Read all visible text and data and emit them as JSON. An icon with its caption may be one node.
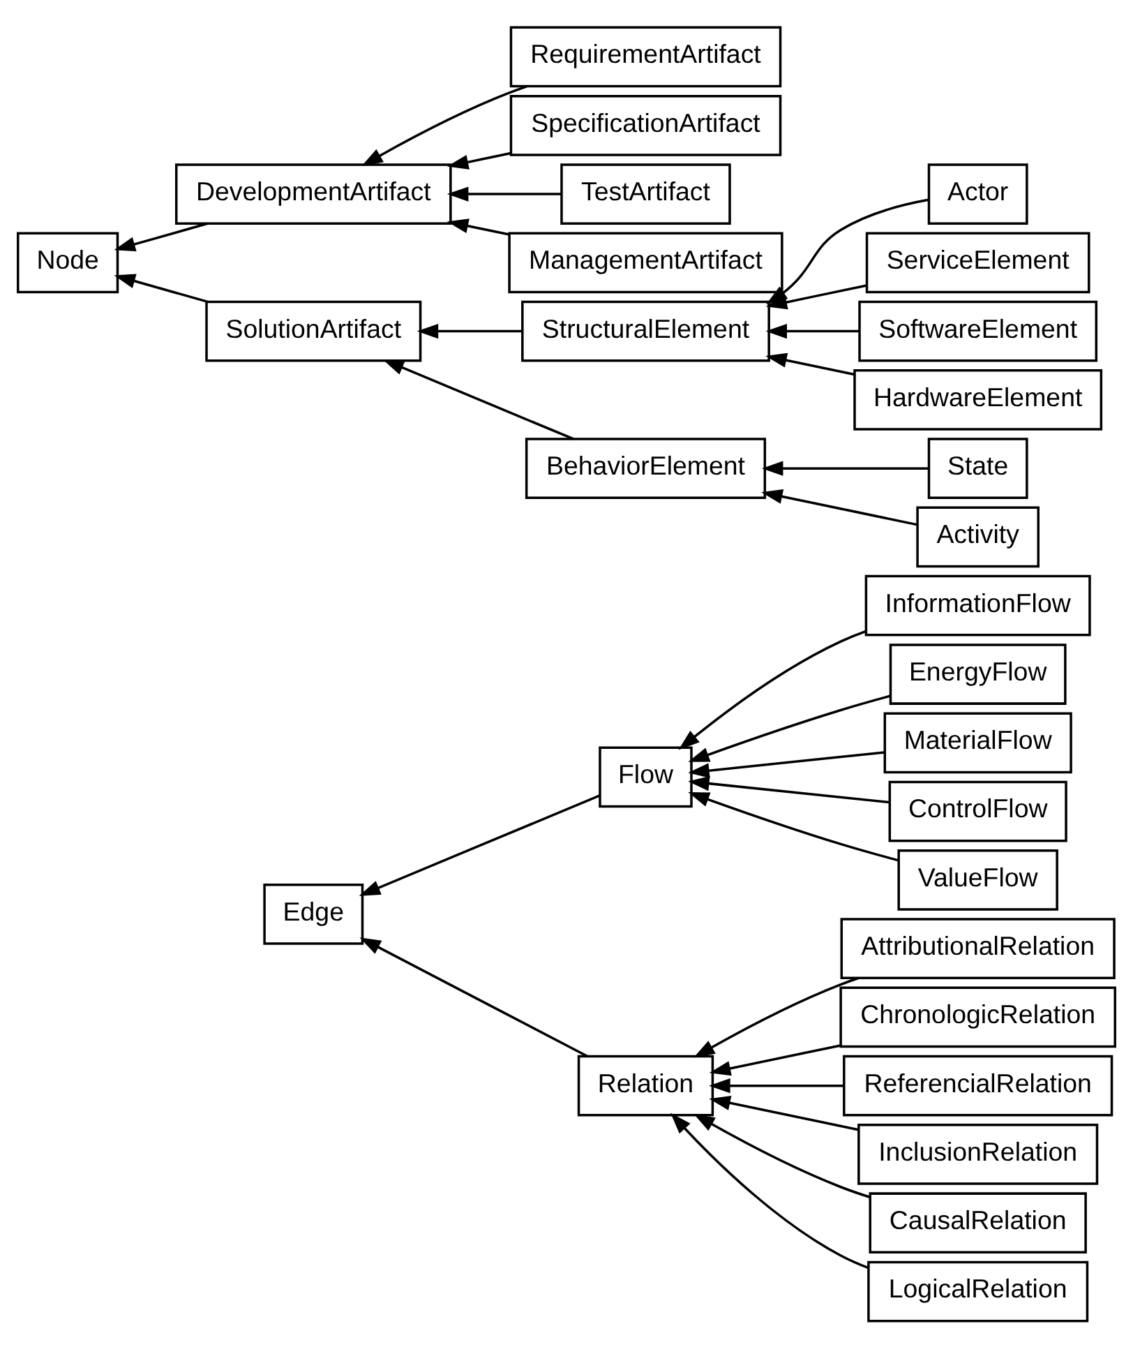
{
  "diagram": {
    "nodes": [
      {
        "text": [
          "Edge"
        ]
      },
      {
        "text": [
          "Flow"
        ]
      },
      {
        "text": [
          "Relation"
        ]
      },
      {
        "text": [
          "InformationFlow"
        ]
      },
      {
        "text": [
          "EnergyFlow"
        ]
      },
      {
        "text": [
          "MaterialFlow"
        ]
      },
      {
        "text": [
          "ControlFlow"
        ]
      },
      {
        "text": [
          "ValueFlow"
        ]
      },
      {
        "text": [
          "AttributionalRelation"
        ]
      },
      {
        "text": [
          "ChronologicRelation"
        ]
      },
      {
        "text": [
          "ReferencialRelation"
        ]
      },
      {
        "text": [
          "InclusionRelation"
        ]
      },
      {
        "text": [
          "CausalRelation"
        ]
      },
      {
        "text": [
          "LogicalRelation"
        ]
      },
      {
        "text": [
          "Node"
        ]
      },
      {
        "text": [
          "DevelopmentArtifact"
        ]
      },
      {
        "text": [
          "SolutionArtifact"
        ]
      },
      {
        "text": [
          "RequirementArtifact"
        ]
      },
      {
        "text": [
          "SpecificationArtifact"
        ]
      },
      {
        "text": [
          "TestArtifact"
        ]
      },
      {
        "text": [
          "ManagementArtifact"
        ]
      },
      {
        "text": [
          "StructuralElement"
        ]
      },
      {
        "text": [
          "Actor"
        ]
      },
      {
        "text": [
          "ServiceElement"
        ]
      },
      {
        "text": [
          "SoftwareElement"
        ]
      },
      {
        "text": [
          "HardwareElement"
        ]
      },
      {
        "text": [
          "BehaviorElement"
        ]
      },
      {
        "text": [
          "State"
        ]
      },
      {
        "text": [
          "Activity"
        ]
      }
    ],
    "edges": [
      {
        "from": 1,
        "to": 0,
        "arrow": "to"
      },
      {
        "from": 2,
        "to": 0,
        "arrow": "to"
      },
      {
        "from": 3,
        "to": 1,
        "arrow": "to"
      },
      {
        "from": 4,
        "to": 1,
        "arrow": "to"
      },
      {
        "from": 5,
        "to": 1,
        "arrow": "to"
      },
      {
        "from": 6,
        "to": 1,
        "arrow": "to"
      },
      {
        "from": 7,
        "to": 1,
        "arrow": "to"
      },
      {
        "from": 8,
        "to": 2,
        "arrow": "to"
      },
      {
        "from": 9,
        "to": 2,
        "arrow": "to"
      },
      {
        "from": 10,
        "to": 2,
        "arrow": "to"
      },
      {
        "from": 11,
        "to": 2,
        "arrow": "to"
      },
      {
        "from": 12,
        "to": 2,
        "arrow": "to"
      },
      {
        "from": 13,
        "to": 2,
        "arrow": "to"
      },
      {
        "from": 15,
        "to": 14,
        "arrow": "to"
      },
      {
        "from": 16,
        "to": 14,
        "arrow": "to"
      },
      {
        "from": 17,
        "to": 15,
        "arrow": "to"
      },
      {
        "from": 18,
        "to": 15,
        "arrow": "to"
      },
      {
        "from": 19,
        "to": 15,
        "arrow": "to"
      },
      {
        "from": 20,
        "to": 15,
        "arrow": "to"
      },
      {
        "from": 21,
        "to": 16,
        "arrow": "to"
      },
      {
        "from": 26,
        "to": 16,
        "arrow": "to"
      },
      {
        "from": 22,
        "to": 21,
        "arrow": "to"
      },
      {
        "from": 23,
        "to": 21,
        "arrow": "to"
      },
      {
        "from": 24,
        "to": 21,
        "arrow": "to"
      },
      {
        "from": 25,
        "to": 21,
        "arrow": "to"
      },
      {
        "from": 27,
        "to": 26,
        "arrow": "to"
      },
      {
        "from": 28,
        "to": 26,
        "arrow": "to"
      }
    ]
  }
}
